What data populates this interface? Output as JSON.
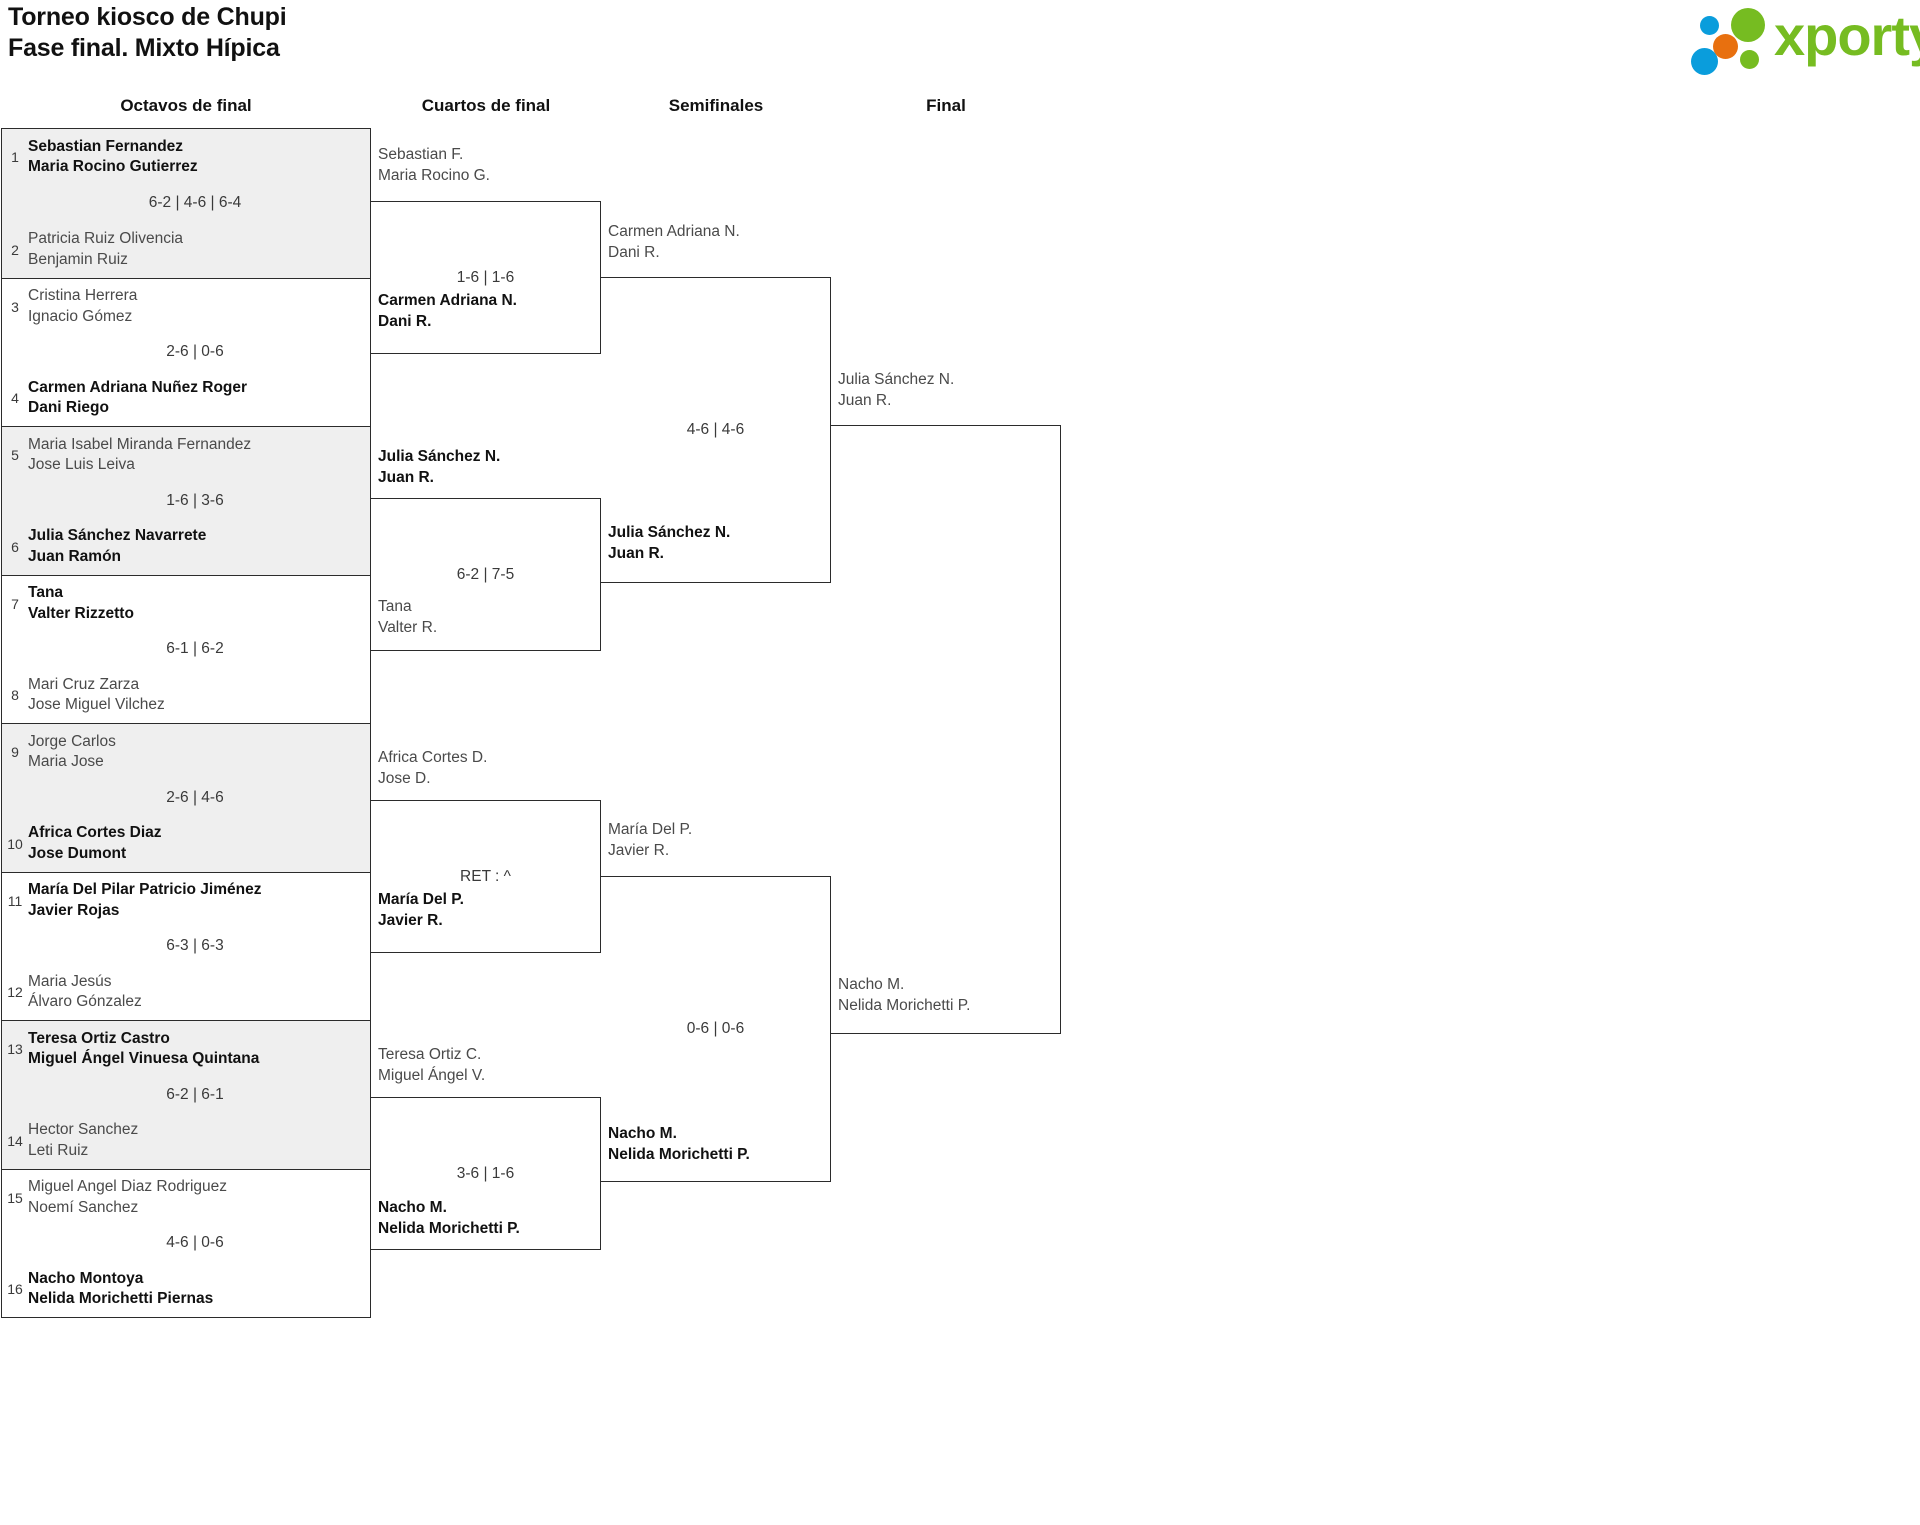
{
  "header": {
    "title_line1": "Torneo kiosco de Chupi",
    "title_line2": "Fase final. Mixto Hípica",
    "logo_text": "xporty",
    "logo_colors": {
      "green": "#76bc21",
      "blue": "#0a9ddc",
      "orange": "#e8700f"
    }
  },
  "rounds": [
    {
      "label": "Octavos de final"
    },
    {
      "label": "Cuartos de final"
    },
    {
      "label": "Semifinales"
    },
    {
      "label": "Final"
    }
  ],
  "bracket": {
    "round16": [
      {
        "score": "6-2 | 4-6 | 6-4",
        "top": {
          "seed": "1",
          "p1": "Sebastian Fernandez",
          "p2": "Maria Rocino Gutierrez",
          "winner": true
        },
        "bottom": {
          "seed": "2",
          "p1": "Patricia Ruiz Olivencia",
          "p2": "Benjamin Ruiz",
          "winner": false
        }
      },
      {
        "score": "2-6 | 0-6",
        "top": {
          "seed": "3",
          "p1": "Cristina Herrera",
          "p2": "Ignacio Gómez",
          "winner": false
        },
        "bottom": {
          "seed": "4",
          "p1": "Carmen Adriana Nuñez Roger",
          "p2": "Dani Riego",
          "winner": true
        }
      },
      {
        "score": "1-6 | 3-6",
        "top": {
          "seed": "5",
          "p1": "Maria Isabel Miranda Fernandez",
          "p2": "Jose Luis Leiva",
          "winner": false
        },
        "bottom": {
          "seed": "6",
          "p1": "Julia Sánchez Navarrete",
          "p2": "Juan Ramón",
          "winner": true
        }
      },
      {
        "score": "6-1 | 6-2",
        "top": {
          "seed": "7",
          "p1": "Tana",
          "p2": "Valter Rizzetto",
          "winner": true
        },
        "bottom": {
          "seed": "8",
          "p1": "Mari Cruz Zarza",
          "p2": "Jose Miguel Vilchez",
          "winner": false
        }
      },
      {
        "score": "2-6 | 4-6",
        "top": {
          "seed": "9",
          "p1": "Jorge Carlos",
          "p2": "Maria Jose",
          "winner": false
        },
        "bottom": {
          "seed": "10",
          "p1": "Africa Cortes Diaz",
          "p2": "Jose Dumont",
          "winner": true
        }
      },
      {
        "score": "6-3 | 6-3",
        "top": {
          "seed": "11",
          "p1": "María Del Pilar Patricio Jiménez",
          "p2": "Javier Rojas",
          "winner": true
        },
        "bottom": {
          "seed": "12",
          "p1": "Maria Jesús",
          "p2": "Álvaro Gónzalez",
          "winner": false
        }
      },
      {
        "score": "6-2 | 6-1",
        "top": {
          "seed": "13",
          "p1": "Teresa Ortiz Castro",
          "p2": "Miguel Ángel Vinuesa Quintana",
          "winner": true
        },
        "bottom": {
          "seed": "14",
          "p1": "Hector Sanchez",
          "p2": "Leti Ruiz",
          "winner": false
        }
      },
      {
        "score": "4-6 | 0-6",
        "top": {
          "seed": "15",
          "p1": "Miguel Angel Diaz Rodriguez",
          "p2": "Noemí Sanchez",
          "winner": false
        },
        "bottom": {
          "seed": "16",
          "p1": "Nacho Montoya",
          "p2": "Nelida Morichetti Piernas",
          "winner": true
        }
      }
    ],
    "quarters": [
      {
        "score": "1-6 | 1-6",
        "top": {
          "p1": "Sebastian F.",
          "p2": "Maria Rocino G.",
          "winner": false
        },
        "bottom": {
          "p1": "Carmen Adriana N.",
          "p2": "Dani R.",
          "winner": true
        }
      },
      {
        "score": "6-2 | 7-5",
        "top": {
          "p1": "Julia Sánchez N.",
          "p2": "Juan R.",
          "winner": true
        },
        "bottom": {
          "p1": "Tana",
          "p2": "Valter R.",
          "winner": false
        }
      },
      {
        "score": "RET : ^",
        "top": {
          "p1": "Africa Cortes D.",
          "p2": "Jose D.",
          "winner": false
        },
        "bottom": {
          "p1": "María Del P.",
          "p2": "Javier R.",
          "winner": true
        }
      },
      {
        "score": "3-6 | 1-6",
        "top": {
          "p1": "Teresa Ortiz C.",
          "p2": "Miguel Ángel V.",
          "winner": false
        },
        "bottom": {
          "p1": "Nacho M.",
          "p2": "Nelida Morichetti P.",
          "winner": true
        }
      }
    ],
    "semis": [
      {
        "score": "4-6 | 4-6",
        "top": {
          "p1": "Carmen Adriana N.",
          "p2": "Dani R.",
          "winner": false
        },
        "bottom": {
          "p1": "Julia Sánchez N.",
          "p2": "Juan R.",
          "winner": true
        }
      },
      {
        "score": "0-6 | 0-6",
        "top": {
          "p1": "María Del P.",
          "p2": "Javier R.",
          "winner": false
        },
        "bottom": {
          "p1": "Nacho M.",
          "p2": "Nelida Morichetti P.",
          "winner": true
        }
      }
    ],
    "final": [
      {
        "score": "",
        "top": {
          "p1": "Julia Sánchez N.",
          "p2": "Juan R.",
          "winner": false
        },
        "bottom": {
          "p1": "Nacho M.",
          "p2": "Nelida Morichetti P.",
          "winner": false
        }
      }
    ]
  }
}
